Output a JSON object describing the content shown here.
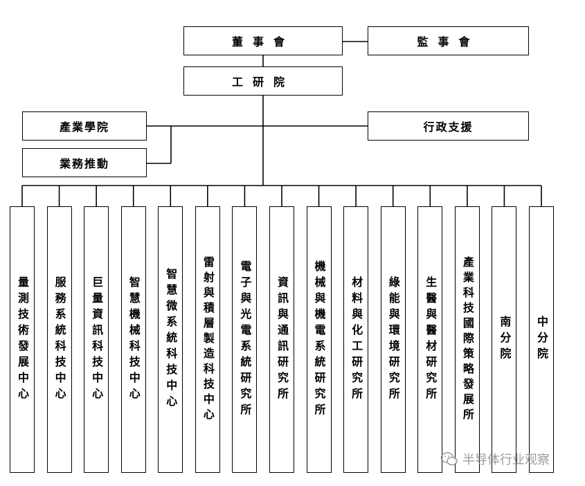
{
  "board": "董事會",
  "supervisors": "監事會",
  "itri": "工研院",
  "academy": "產業學院",
  "business": "業務推動",
  "admin": "行政支援",
  "units": [
    "量測技術發展中心",
    "服務系統科技中心",
    "巨量資訊科技中心",
    "智慧機械科技中心",
    "智慧微系統科技中心",
    "雷射與積層製造科技中心",
    "電子與光電系統研究所",
    "資訊與通訊研究所",
    "機械與機電系統研究所",
    "材料與化工研究所",
    "綠能與環境研究所",
    "生醫與醫材研究所",
    "產業科技國際策略發展所",
    "南分院",
    "中分院"
  ],
  "watermark": "半导体行业观察"
}
